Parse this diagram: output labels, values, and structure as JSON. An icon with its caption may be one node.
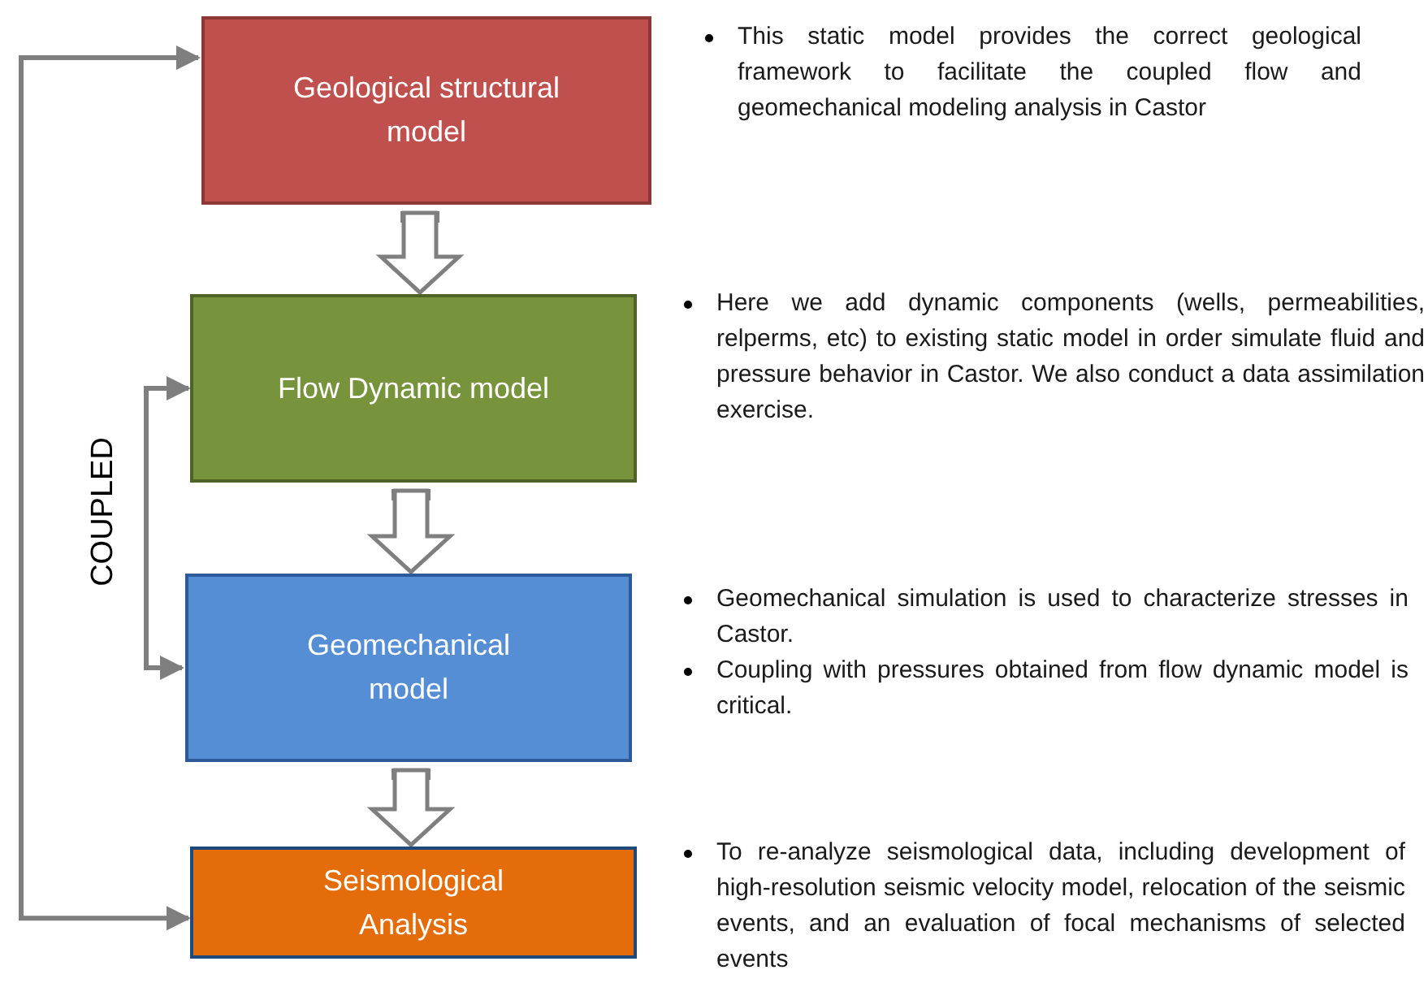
{
  "diagram": {
    "nodes": [
      {
        "text": [
          "Geological structural model"
        ],
        "beside": [
          "This static model provides the correct geological framework to facilitate the coupled flow and geomechanical modeling analysis in Castor"
        ]
      },
      {
        "text": [
          "Flow Dynamic model"
        ],
        "beside": [
          "Here we add dynamic components (wells, permeabilities, relperms, etc) to existing static model in order simulate fluid and pressure behavior in Castor. We also conduct a data assimilation exercise."
        ]
      },
      {
        "text": [
          "Geomechanical model"
        ],
        "beside": [
          "Geomechanical simulation is used to characterize stresses in Castor.",
          "Coupling with pressures obtained from flow dynamic model is critical."
        ]
      },
      {
        "text": [
          "Seismological Analysis"
        ],
        "beside": [
          "To re-analyze seismological data, including development of high-resolution seismic velocity model, relocation of the seismic events, and an evaluation of focal mechanisms of selected events"
        ]
      }
    ],
    "edges": [
      {
        "from": 0,
        "to": 1,
        "arrow": "to",
        "style": "thick"
      },
      {
        "from": 1,
        "to": 2,
        "arrow": "to",
        "style": "thick"
      },
      {
        "from": 2,
        "to": 3,
        "arrow": "to",
        "style": "thick"
      },
      {
        "from": 3,
        "to": 0,
        "arrow": "both"
      },
      {
        "from": 1,
        "to": 2,
        "arrow": "both",
        "label": "COUPLED"
      }
    ]
  }
}
